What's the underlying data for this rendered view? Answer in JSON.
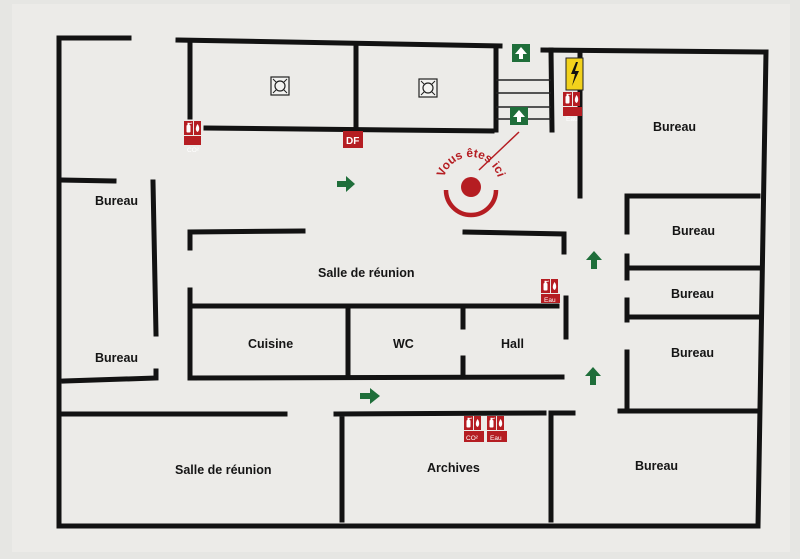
{
  "rooms": {
    "bureau_left_top": "Bureau",
    "bureau_left_bottom": "Bureau",
    "salle_reunion_center": "Salle de réunion",
    "cuisine": "Cuisine",
    "wc": "WC",
    "hall": "Hall",
    "salle_reunion_bottom": "Salle de réunion",
    "archives": "Archives",
    "bureau_bottom_right": "Bureau",
    "bureau_right_1": "Bureau",
    "bureau_right_2": "Bureau",
    "bureau_right_3": "Bureau",
    "bureau_right_4": "Bureau"
  },
  "signs": {
    "extinguisher_co2": "CO²",
    "extinguisher_eau": "Eau",
    "fire_door": "DF"
  },
  "you_are_here": "Vous êtes ici",
  "icons": {
    "exit": "emergency-exit-arrow-icon",
    "direction": "evacuation-direction-arrow-icon",
    "electrical": "high-voltage-icon",
    "smoke_detector": "smoke-detector-icon",
    "extinguisher": "fire-extinguisher-icon"
  },
  "colors": {
    "wall": "#121212",
    "fire_red": "#b51d22",
    "exit_green": "#1f6e3a",
    "warning_yellow": "#f2d21c",
    "paper": "#ecebe8"
  }
}
